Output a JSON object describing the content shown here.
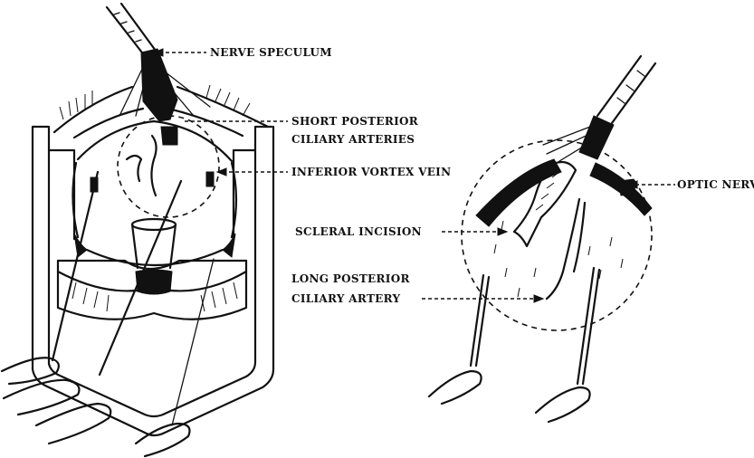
{
  "labels": {
    "nerve_speculum": "NERVE SPECULUM",
    "short_posterior_line1": "SHORT POSTERIOR",
    "short_posterior_line2": "CILIARY ARTERIES",
    "inferior_vortex_vein": "INFERIOR VORTEX VEIN",
    "optic_nerve": "OPTIC NERVE",
    "scleral_incision": "SCLERAL INCISION",
    "long_posterior_line1": "LONG POSTERIOR",
    "long_posterior_line2": "CILIARY ARTERY"
  },
  "colors": {
    "ink": "#111111",
    "background": "#ffffff"
  }
}
